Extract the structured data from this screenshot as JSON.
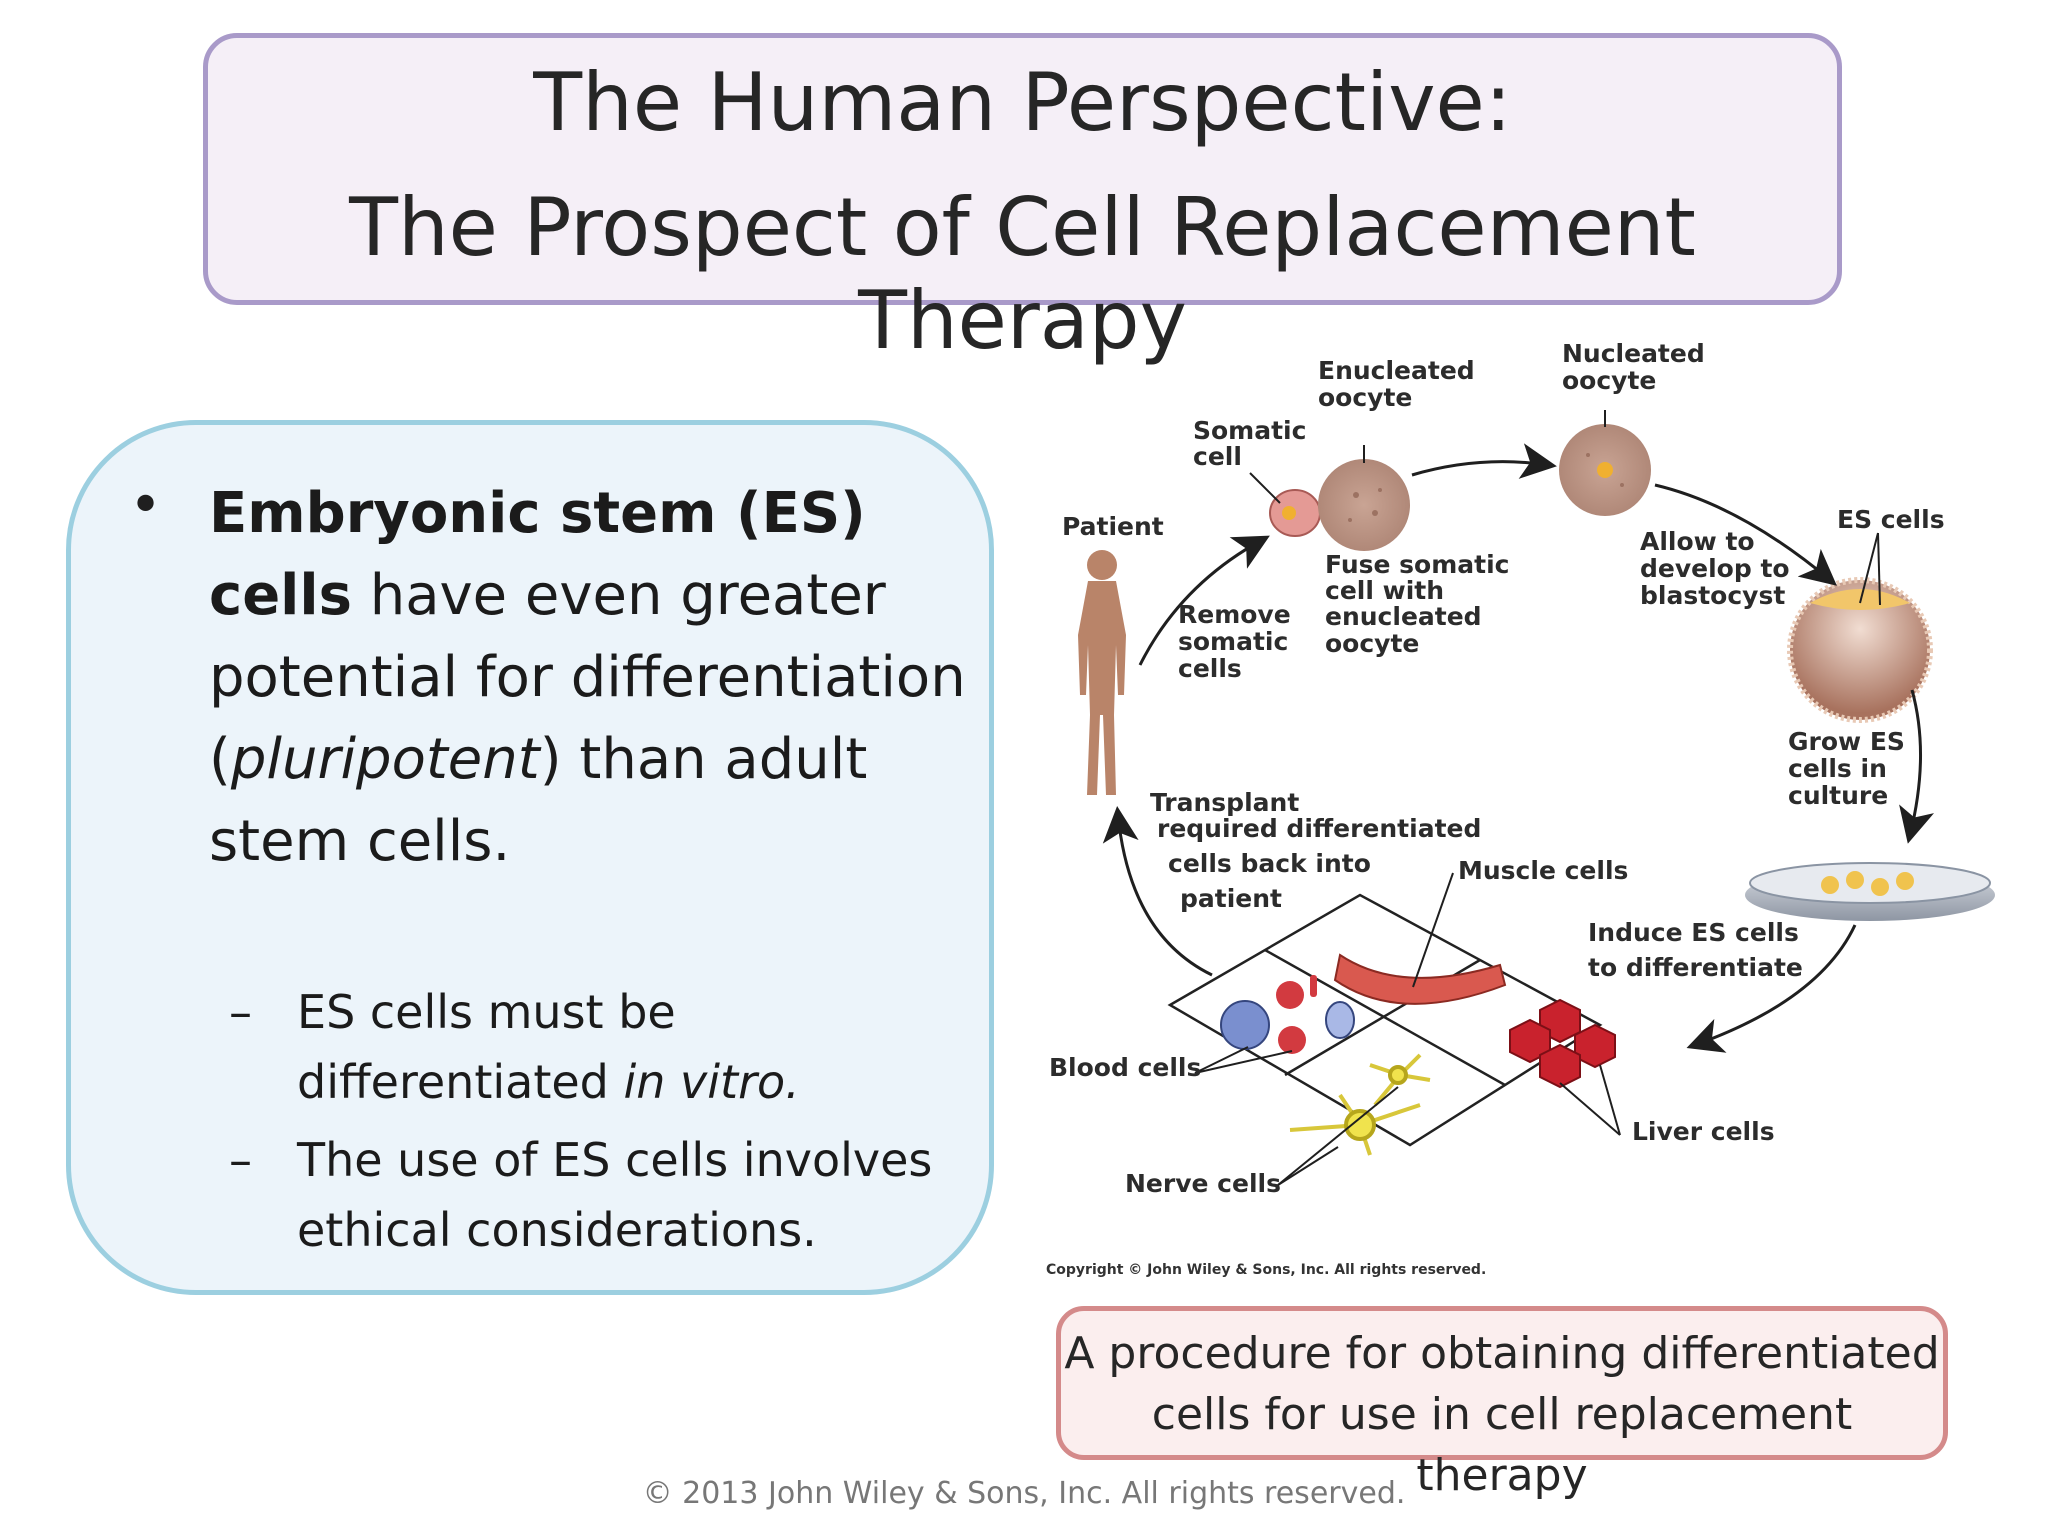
{
  "title": {
    "line1": "The Human Perspective:",
    "line2": "The Prospect of Cell Replacement Therapy"
  },
  "left": {
    "bullet_symbol": "•",
    "bold": "Embryonic stem (ES) cells",
    "text_a": " have even greater potential for differentiation (",
    "italic": "pluripotent",
    "text_b": ") than adult stem cells.",
    "dash": "–",
    "sub1_a": "ES cells must be differentiated ",
    "sub1_italic": "in vitro.",
    "sub2": "The use of ES cells involves ethical considerations."
  },
  "diagram": {
    "labels": {
      "patient": "Patient",
      "somatic_1": "Somatic",
      "somatic_2": "cell",
      "enucleated_1": "Enucleated",
      "enucleated_2": "oocyte",
      "nucleated_1": "Nucleated",
      "nucleated_2": "oocyte",
      "es_cells": "ES cells",
      "allow_1": "Allow to",
      "allow_2": "develop to",
      "allow_3": "blastocyst",
      "fuse_1": "Fuse somatic",
      "fuse_2": "cell with",
      "fuse_3": "enucleated",
      "fuse_4": "oocyte",
      "remove_1": "Remove",
      "remove_2": "somatic",
      "remove_3": "cells",
      "grow_1": "Grow ES",
      "grow_2": "cells in",
      "grow_3": "culture",
      "transplant_1": "Transplant",
      "transplant_2": "required differentiated",
      "transplant_3": "cells back into",
      "transplant_4": "patient",
      "muscle": "Muscle cells",
      "induce_1": "Induce ES cells",
      "induce_2": "to differentiate",
      "blood": "Blood cells",
      "liver": "Liver cells",
      "nerve": "Nerve cells",
      "copyright": "Copyright © John Wiley & Sons, Inc. All rights reserved."
    }
  },
  "caption": {
    "line1": "A procedure for obtaining differentiated",
    "line2": "cells for use in cell replacement therapy"
  },
  "footer": "© 2013 John Wiley & Sons, Inc. All rights reserved."
}
